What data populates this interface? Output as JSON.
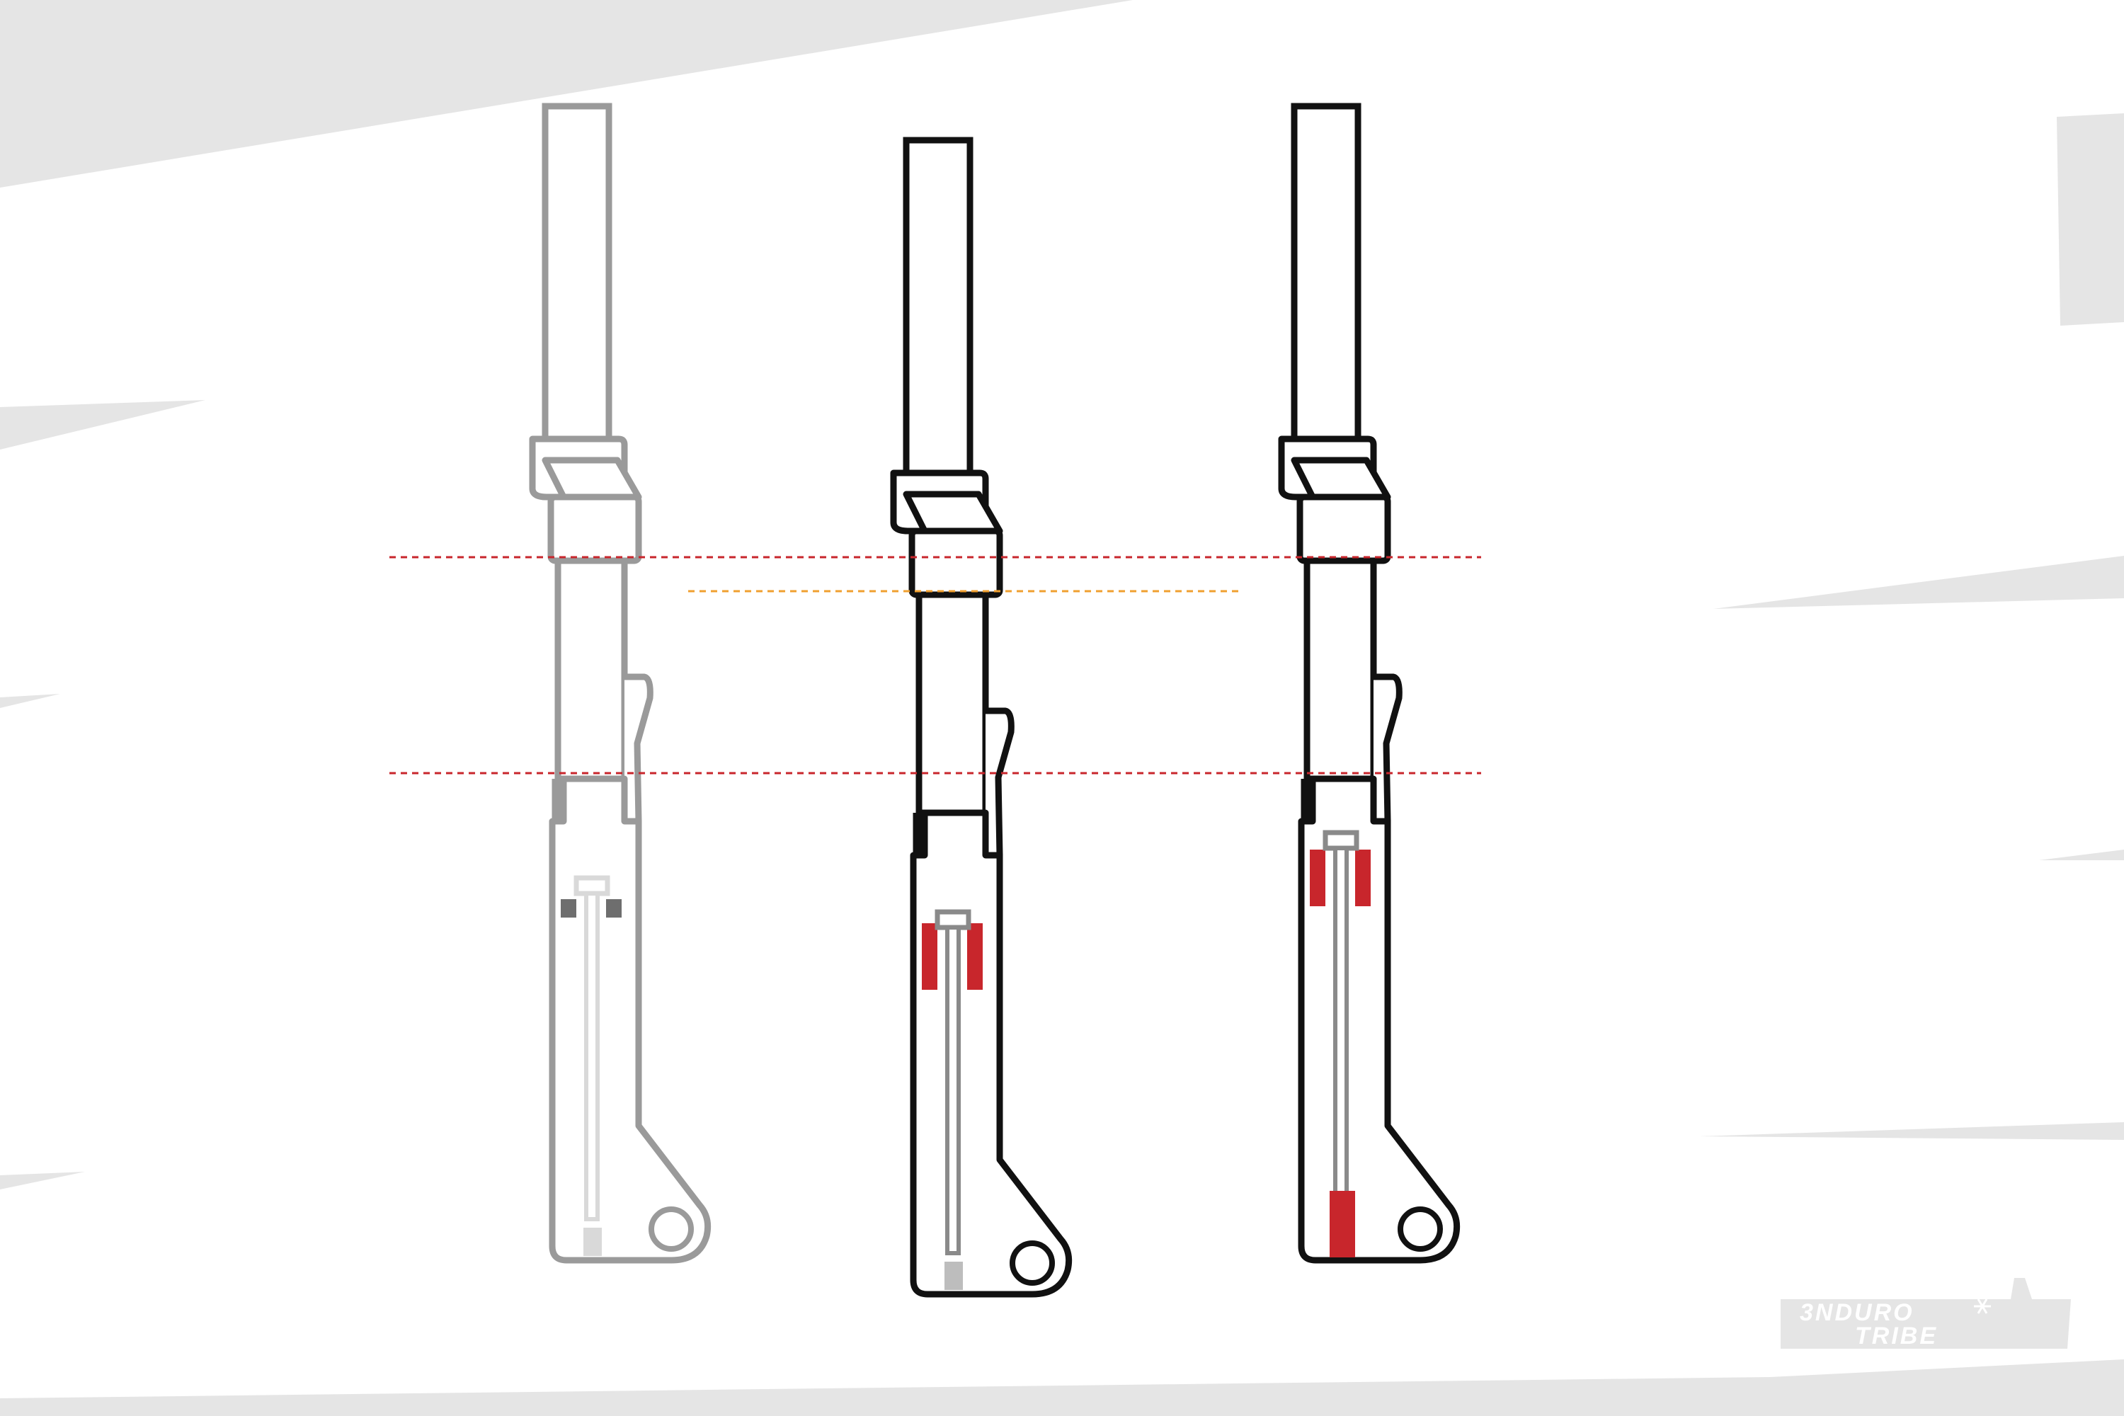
{
  "colors": {
    "background": "#ffffff",
    "stripe": "#e5e5e5",
    "ghost_outline": "#9a9a9a",
    "ghost_fill_light": "#d9d9d9",
    "ghost_fill_dark": "#6e6e6e",
    "outline": "#111111",
    "shaft": "#8a8a8a",
    "shaft_tip": "#bdbdbd",
    "highlight_red": "#c8262c",
    "guide_red": "#c8262c",
    "guide_orange": "#f0a030"
  },
  "diagram": {
    "forks": [
      {
        "name": "reference-fork",
        "style": "ghost",
        "highlight": "none"
      },
      {
        "name": "middle-fork",
        "style": "solid",
        "highlight": "bushings"
      },
      {
        "name": "right-fork",
        "style": "solid",
        "highlight": "bushings-and-bottom-stop"
      }
    ],
    "guides": [
      {
        "name": "top-guide-line",
        "color": "red",
        "dashed": true
      },
      {
        "name": "crown-offset-line",
        "color": "orange",
        "dashed": true
      },
      {
        "name": "bottom-guide-line",
        "color": "red",
        "dashed": true
      }
    ]
  },
  "watermark": {
    "logo_line1": "3NDURO",
    "logo_line2": "TRIBE",
    "logo_icon": "snowflake-icon"
  }
}
